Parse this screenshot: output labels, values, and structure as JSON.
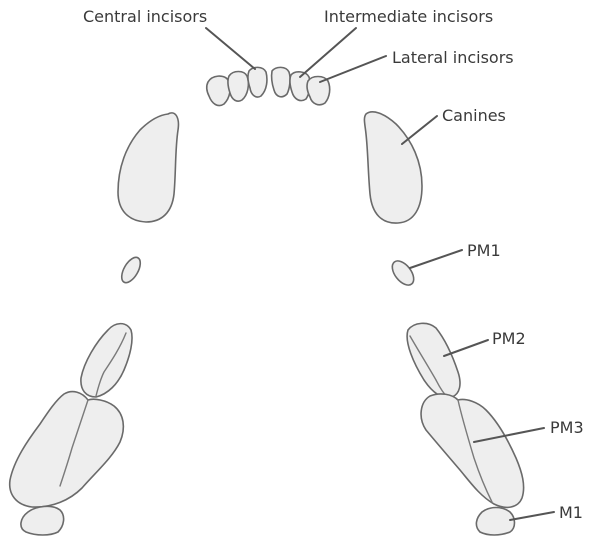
{
  "labels": {
    "central_incisors": "Central incisors",
    "intermediate_incisors": "Intermediate incisors",
    "lateral_incisors": "Lateral incisors",
    "canines": "Canines",
    "pm1": "PM1",
    "pm2": "PM2",
    "pm3": "PM3",
    "m1": "M1"
  },
  "colors": {
    "tooth_fill": "#eeeeee",
    "tooth_outline": "#6a6a6a",
    "leader_line": "#555555",
    "label_text": "#3a3a3a"
  }
}
